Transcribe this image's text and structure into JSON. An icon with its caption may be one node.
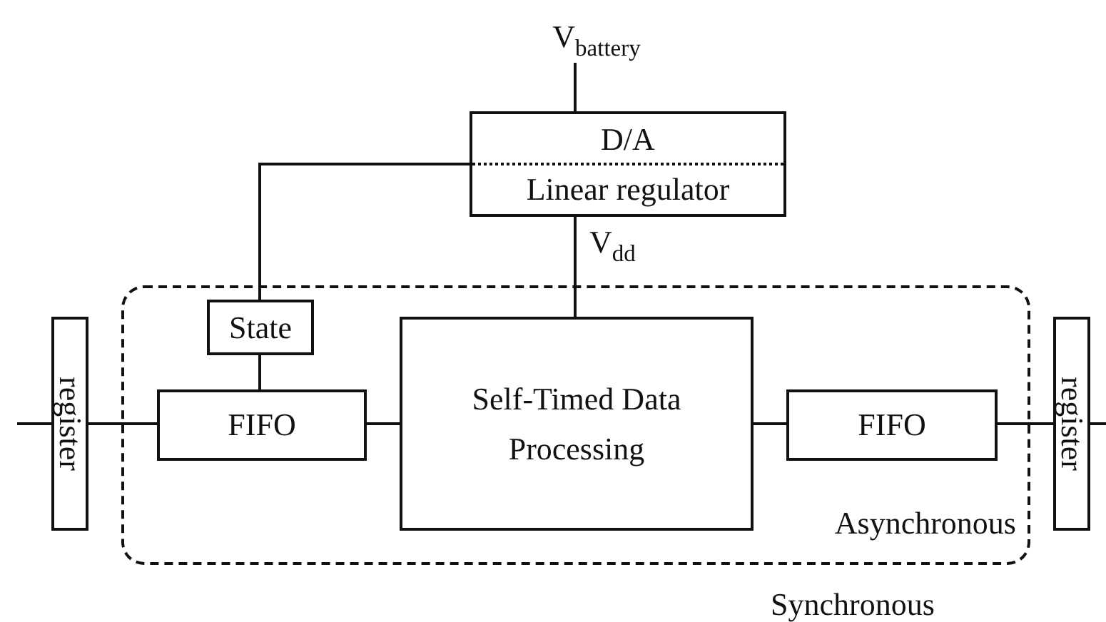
{
  "diagram": {
    "nodes": [
      {
        "text": [
          "V$_{battery}$"
        ]
      },
      {
        "text": [
          "D/A",
          "Linear regulator"
        ]
      },
      {
        "text": [
          "Asynchronous"
        ]
      },
      {
        "text": [
          "State"
        ],
        "in": 2
      },
      {
        "text": [
          "FIFO"
        ],
        "in": 2
      },
      {
        "text": [
          "Self-Timed Data Processing"
        ],
        "in": 2
      },
      {
        "text": [
          "FIFO"
        ],
        "in": 2
      },
      {
        "text": [
          "register"
        ]
      },
      {
        "text": [
          "register"
        ]
      }
    ],
    "edges": [
      {
        "from": 0,
        "to": 1,
        "arrow": "none"
      },
      {
        "from": 1,
        "to": 3,
        "arrow": "none"
      },
      {
        "from": 1,
        "to": 5,
        "arrow": "none",
        "label": "V$_{dd}$"
      },
      {
        "from": 3,
        "to": 4,
        "arrow": "none"
      },
      {
        "from": 7,
        "to": 4,
        "arrow": "none"
      },
      {
        "from": 4,
        "to": 5,
        "arrow": "none"
      },
      {
        "from": 5,
        "to": 6,
        "arrow": "none"
      },
      {
        "from": 6,
        "to": 8,
        "arrow": "none"
      },
      {
        "from": null,
        "to": 7,
        "arrow": "none"
      },
      {
        "from": 8,
        "to": null,
        "arrow": "none"
      }
    ],
    "labels": [
      "Synchronous"
    ]
  }
}
